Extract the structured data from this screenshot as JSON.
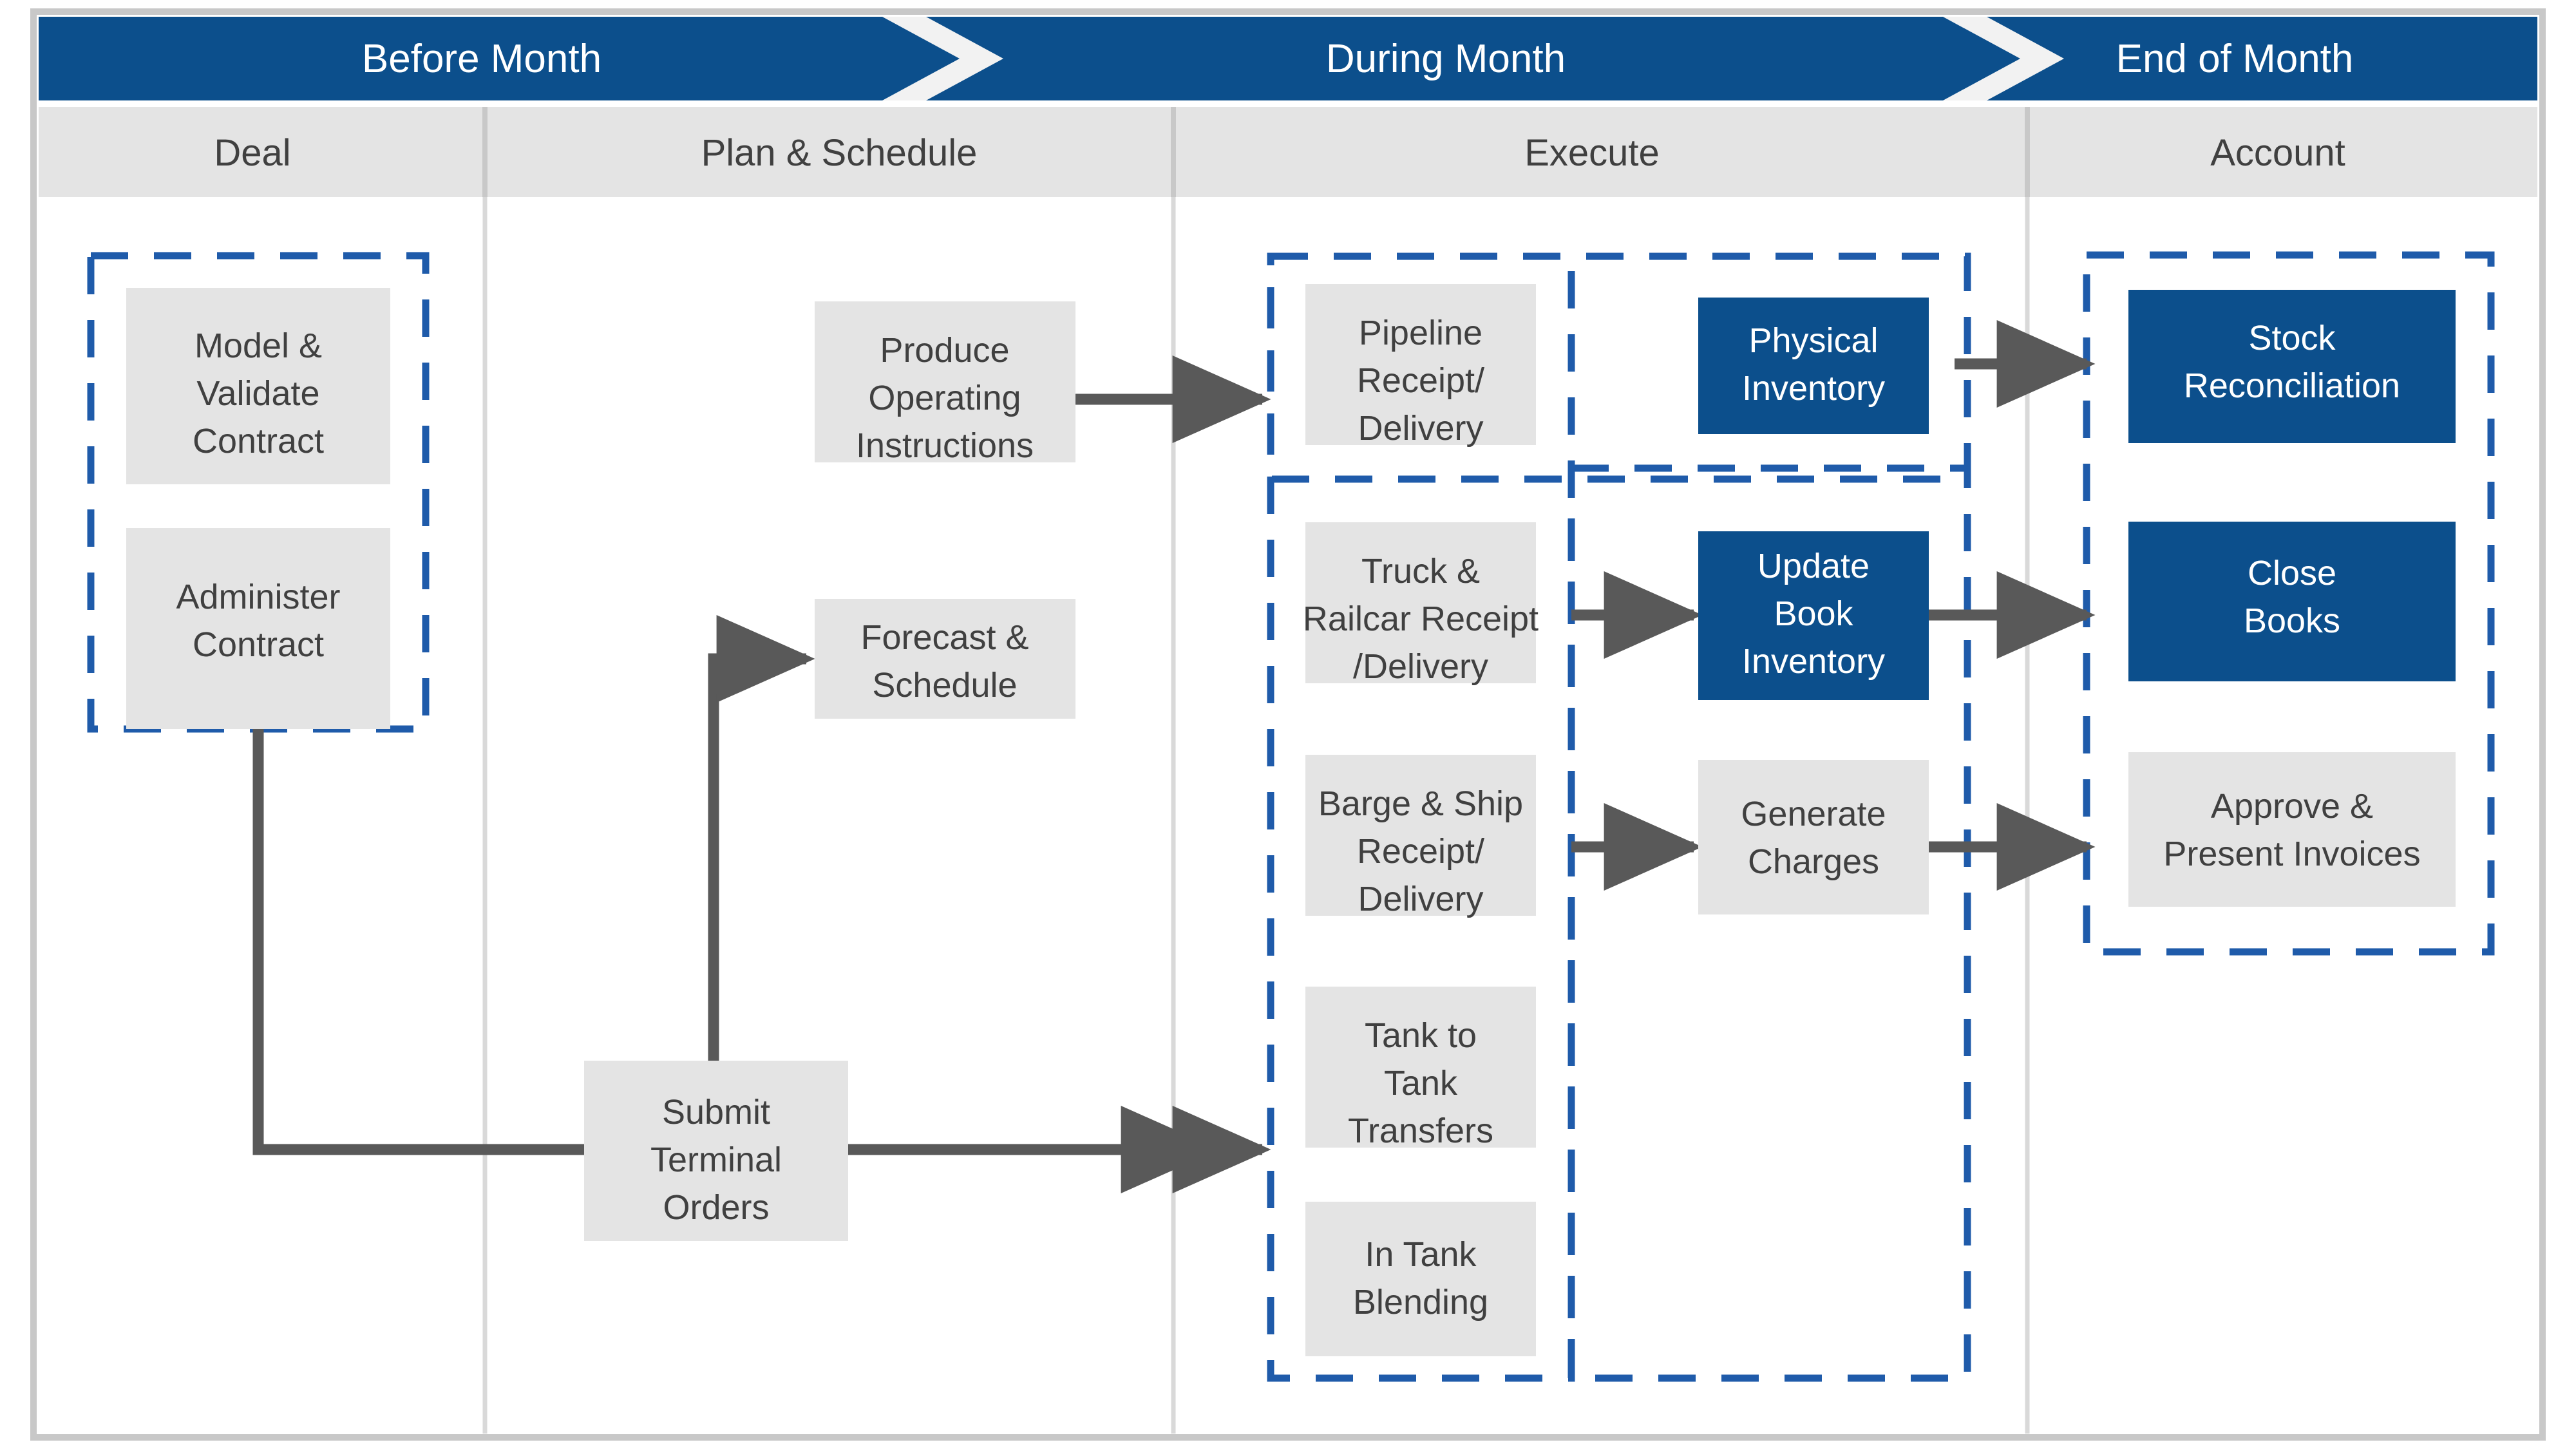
{
  "colors": {
    "brand_blue": "#0c4f8c",
    "dashed_blue": "#1f5baa",
    "node_gray_fill": "#e4e4e4",
    "band_gray_fill": "#e4e4e4",
    "frame_gray": "#c8c8c8",
    "arrow_gray": "#595959",
    "text_gray": "#404040",
    "text_white": "#ffffff"
  },
  "phases": [
    {
      "id": "before-month",
      "label": "Before Month"
    },
    {
      "id": "during-month",
      "label": "During Month"
    },
    {
      "id": "end-of-month",
      "label": "End of Month"
    }
  ],
  "columns": [
    {
      "id": "deal",
      "label": "Deal"
    },
    {
      "id": "plan-schedule",
      "label": "Plan & Schedule"
    },
    {
      "id": "execute",
      "label": "Execute"
    },
    {
      "id": "account",
      "label": "Account"
    }
  ],
  "nodes": [
    {
      "id": "model-validate-contract",
      "column": "deal",
      "lines": [
        "Model &",
        "Validate",
        "Contract"
      ],
      "style": "gray"
    },
    {
      "id": "administer-contract",
      "column": "deal",
      "lines": [
        "Administer",
        "Contract"
      ],
      "style": "gray"
    },
    {
      "id": "produce-operating-instructions",
      "column": "plan-schedule",
      "lines": [
        "Produce",
        "Operating",
        "Instructions"
      ],
      "style": "gray"
    },
    {
      "id": "forecast-schedule",
      "column": "plan-schedule",
      "lines": [
        "Forecast &",
        "Schedule"
      ],
      "style": "gray"
    },
    {
      "id": "submit-terminal-orders",
      "column": "plan-schedule",
      "lines": [
        "Submit",
        "Terminal",
        "Orders"
      ],
      "style": "gray"
    },
    {
      "id": "pipeline-receipt-delivery",
      "column": "execute",
      "lines": [
        "Pipeline",
        "Receipt/",
        "Delivery"
      ],
      "style": "gray"
    },
    {
      "id": "truck-railcar-receipt-delivery",
      "column": "execute",
      "lines": [
        "Truck &",
        "Railcar Receipt",
        "/Delivery"
      ],
      "style": "gray"
    },
    {
      "id": "barge-ship-receipt-delivery",
      "column": "execute",
      "lines": [
        "Barge & Ship",
        "Receipt/",
        "Delivery"
      ],
      "style": "gray"
    },
    {
      "id": "tank-to-tank-transfers",
      "column": "execute",
      "lines": [
        "Tank to",
        "Tank",
        "Transfers"
      ],
      "style": "gray"
    },
    {
      "id": "in-tank-blending",
      "column": "execute",
      "lines": [
        "In Tank",
        "Blending"
      ],
      "style": "gray"
    },
    {
      "id": "physical-inventory",
      "column": "execute",
      "lines": [
        "Physical",
        "Inventory"
      ],
      "style": "blue"
    },
    {
      "id": "update-book-inventory",
      "column": "execute",
      "lines": [
        "Update",
        "Book",
        "Inventory"
      ],
      "style": "blue"
    },
    {
      "id": "generate-charges",
      "column": "execute",
      "lines": [
        "Generate",
        "Charges"
      ],
      "style": "gray"
    },
    {
      "id": "stock-reconciliation",
      "column": "account",
      "lines": [
        "Stock",
        "Reconciliation"
      ],
      "style": "blue"
    },
    {
      "id": "close-books",
      "column": "account",
      "lines": [
        "Close",
        "Books"
      ],
      "style": "blue"
    },
    {
      "id": "approve-present-invoices",
      "column": "account",
      "lines": [
        "Approve &",
        "Present Invoices"
      ],
      "style": "gray"
    }
  ],
  "groups": [
    {
      "id": "deal-group",
      "label": ""
    },
    {
      "id": "execute-movements-group",
      "label": ""
    },
    {
      "id": "execute-inventory-group",
      "label": ""
    },
    {
      "id": "account-group",
      "label": ""
    }
  ],
  "connections": [
    {
      "id": "produce-instructions-to-execute",
      "from": "produce-operating-instructions",
      "to": "pipeline-receipt-delivery"
    },
    {
      "id": "administer-contract-to-submit-orders",
      "from": "administer-contract",
      "to": "submit-terminal-orders"
    },
    {
      "id": "submit-orders-to-forecast-schedule",
      "from": "submit-terminal-orders",
      "to": "forecast-schedule"
    },
    {
      "id": "submit-orders-to-execute",
      "from": "submit-terminal-orders",
      "to": "tank-to-tank-transfers"
    },
    {
      "id": "physical-inventory-to-stock-reconciliation",
      "from": "physical-inventory",
      "to": "stock-reconciliation"
    },
    {
      "id": "truck-railcar-to-update-book-inventory",
      "from": "truck-railcar-receipt-delivery",
      "to": "update-book-inventory"
    },
    {
      "id": "update-book-inventory-to-close-books",
      "from": "update-book-inventory",
      "to": "close-books"
    },
    {
      "id": "barge-ship-to-generate-charges",
      "from": "barge-ship-receipt-delivery",
      "to": "generate-charges"
    },
    {
      "id": "generate-charges-to-approve-invoices",
      "from": "generate-charges",
      "to": "approve-present-invoices"
    }
  ]
}
